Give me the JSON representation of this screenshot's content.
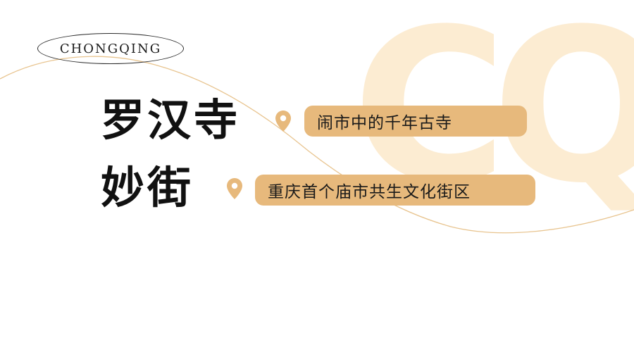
{
  "watermark": {
    "text": "CQ"
  },
  "badge": {
    "text": "CHONGQING"
  },
  "sections": [
    {
      "title": "罗汉寺",
      "tagline": "闹市中的千年古寺"
    },
    {
      "title": "妙街",
      "tagline": "重庆首个庙市共生文化街区"
    }
  ],
  "colors": {
    "accent": "#e7b97c",
    "watermark": "#fcecd2",
    "curve": "#e8c48f",
    "text": "#111111"
  },
  "icons": [
    "location-pin-icon",
    "location-pin-icon"
  ]
}
